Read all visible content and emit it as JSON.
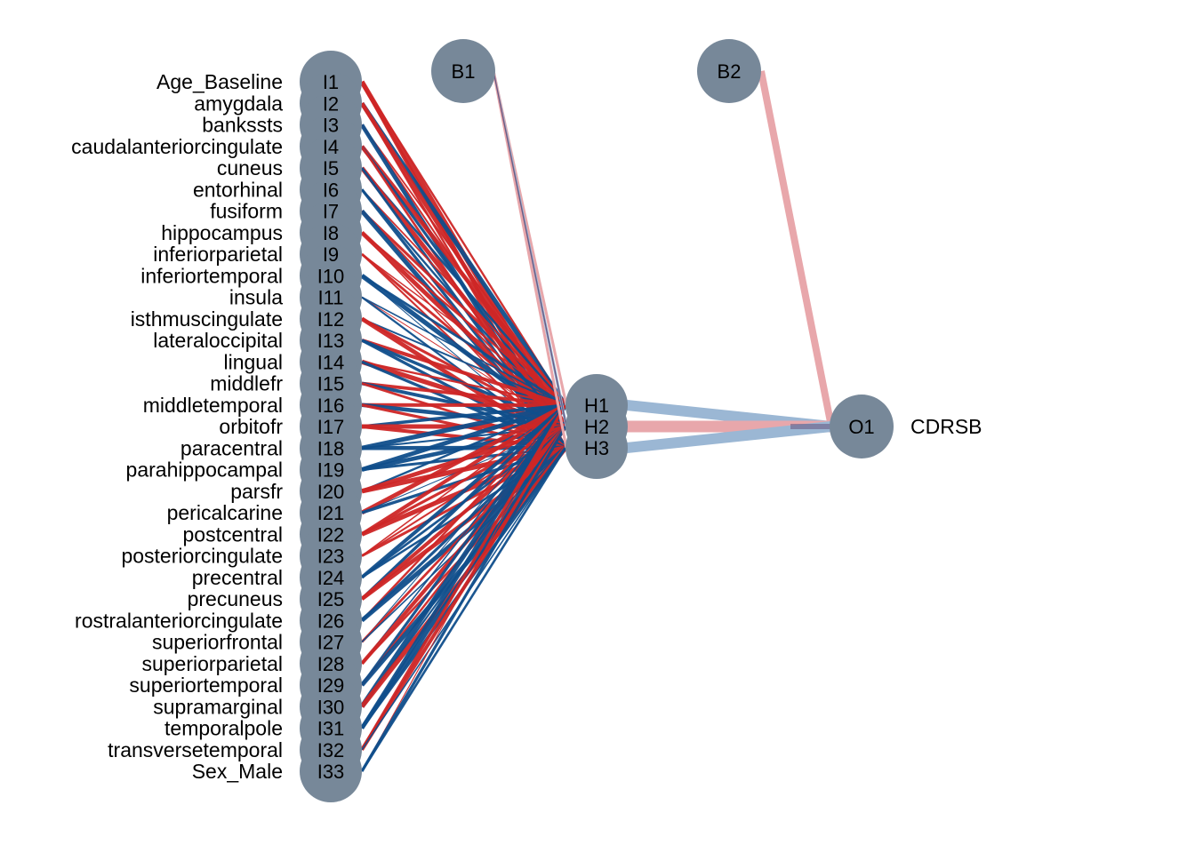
{
  "network": {
    "input_variables": [
      "Age_Baseline",
      "amygdala",
      "bankssts",
      "caudalanteriorcingulate",
      "cuneus",
      "entorhinal",
      "fusiform",
      "hippocampus",
      "inferiorparietal",
      "inferiortemporal",
      "insula",
      "isthmuscingulate",
      "lateraloccipital",
      "lingual",
      "middlefr",
      "middletemporal",
      "orbitofr",
      "paracentral",
      "parahippocampal",
      "parsfr",
      "pericalcarine",
      "postcentral",
      "posteriorcingulate",
      "precentral",
      "precuneus",
      "rostralanteriorcingulate",
      "superiorfrontal",
      "superiorparietal",
      "superiortemporal",
      "supramarginal",
      "temporalpole",
      "transversetemporal",
      "Sex_Male"
    ],
    "input_nodes": [
      "I1",
      "I2",
      "I3",
      "I4",
      "I5",
      "I6",
      "I7",
      "I8",
      "I9",
      "I10",
      "I11",
      "I12",
      "I13",
      "I14",
      "I15",
      "I16",
      "I17",
      "I18",
      "I19",
      "I20",
      "I21",
      "I22",
      "I23",
      "I24",
      "I25",
      "I26",
      "I27",
      "I28",
      "I29",
      "I30",
      "I31",
      "I32",
      "I33"
    ],
    "hidden_nodes": [
      "H1",
      "H2",
      "H3"
    ],
    "bias_nodes": [
      "B1",
      "B2"
    ],
    "output_nodes": [
      "O1"
    ],
    "output_variables": [
      "CDRSB"
    ],
    "colors": {
      "node_fill": "#778899",
      "positive_weight": "#cd2626",
      "negative_weight": "#104e8b",
      "positive_weight_light": "#e8a7ab",
      "negative_weight_light": "#9bb7d4",
      "blend": "#6b5b84"
    },
    "hidden_to_output_weights": [
      {
        "from": "H1",
        "sign": "negative",
        "strength": 0.55
      },
      {
        "from": "H2",
        "sign": "positive",
        "strength": 0.6
      },
      {
        "from": "H3",
        "sign": "negative",
        "strength": 0.55
      }
    ],
    "bias_weights": [
      {
        "from": "B1",
        "to": "H1",
        "sign": "positive",
        "strength": 0.15
      },
      {
        "from": "B1",
        "to": "H2",
        "sign": "negative",
        "strength": 0.15
      },
      {
        "from": "B1",
        "to": "H3",
        "sign": "positive",
        "strength": 0.15
      },
      {
        "from": "B2",
        "to": "O1",
        "sign": "positive",
        "strength": 0.5
      }
    ]
  }
}
